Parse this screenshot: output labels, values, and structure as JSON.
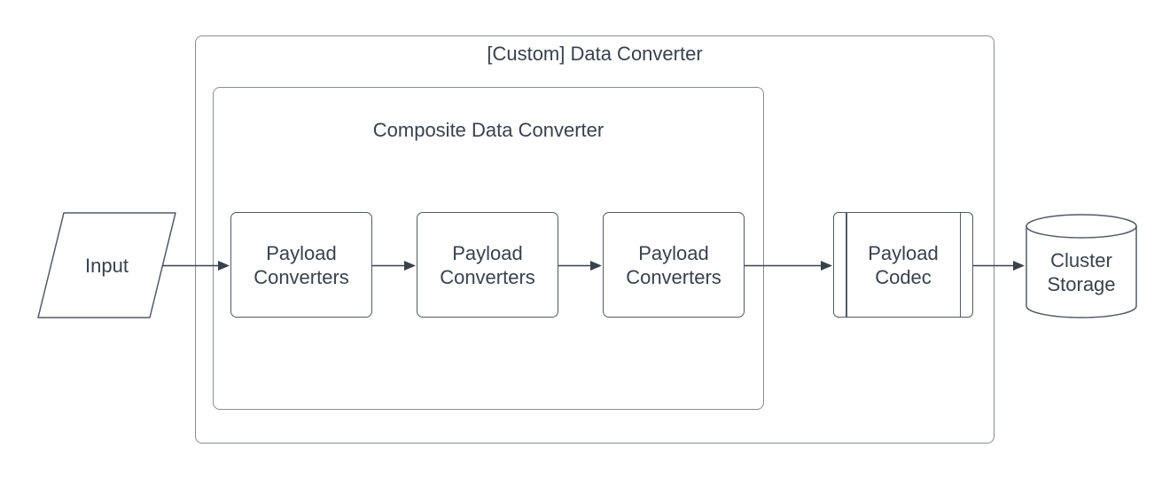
{
  "diagram": {
    "title_context": "Data Converter flow diagram",
    "outer_container": {
      "label": "[Custom] Data Converter"
    },
    "inner_container": {
      "label": "Composite Data Converter"
    },
    "nodes": {
      "input": {
        "label": "Input",
        "shape": "parallelogram"
      },
      "payload_converters_1": {
        "label": "Payload Converters",
        "shape": "rounded-rectangle"
      },
      "payload_converters_2": {
        "label": "Payload Converters",
        "shape": "rounded-rectangle"
      },
      "payload_converters_3": {
        "label": "Payload Converters",
        "shape": "rounded-rectangle"
      },
      "payload_codec": {
        "label": "Payload Codec",
        "shape": "predefined-process"
      },
      "cluster_storage": {
        "label": "Cluster Storage",
        "shape": "cylinder"
      }
    },
    "edges": [
      {
        "from": "input",
        "to": "payload_converters_1"
      },
      {
        "from": "payload_converters_1",
        "to": "payload_converters_2"
      },
      {
        "from": "payload_converters_2",
        "to": "payload_converters_3"
      },
      {
        "from": "payload_converters_3",
        "to": "payload_codec"
      },
      {
        "from": "payload_codec",
        "to": "cluster_storage"
      }
    ],
    "colors": {
      "shape_stroke": "#525a64",
      "container_stroke": "#888d94",
      "text": "#39414d",
      "arrow": "#39414d",
      "fill": "#ffffff"
    }
  }
}
